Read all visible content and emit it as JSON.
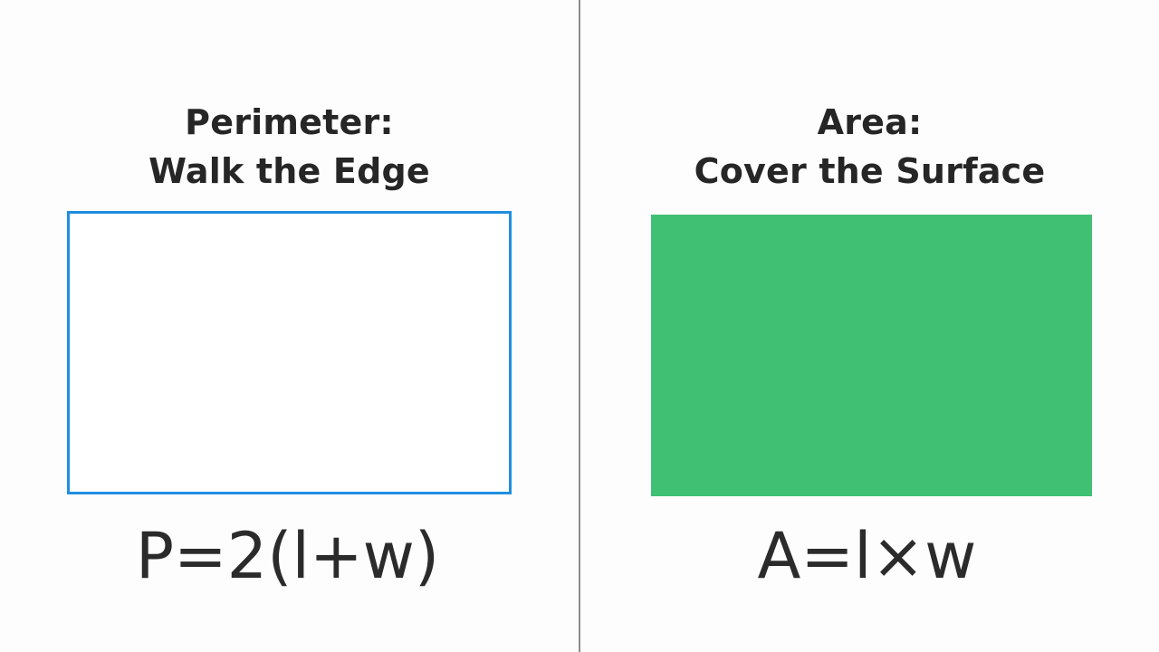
{
  "perimeter": {
    "title_line1": "Perimeter:",
    "title_line2": "Walk the Edge",
    "formula": "P=2(l+w)",
    "outline_color": "#1f8ee0"
  },
  "area": {
    "title_line1": "Area:",
    "title_line2": "Cover the Surface",
    "formula": "A=l×w",
    "fill_color": "#3fc072"
  }
}
